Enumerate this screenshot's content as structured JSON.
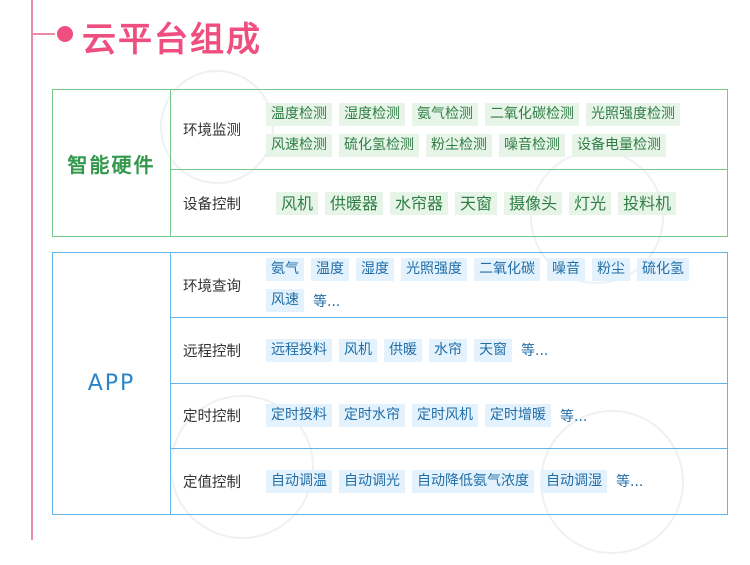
{
  "title": "云平台组成",
  "hardware": {
    "category": "智能硬件",
    "rows": [
      {
        "label": "环境监测",
        "items": [
          "温度检测",
          "湿度检测",
          "氨气检测",
          "二氧化碳检测",
          "光照强度检测",
          "风速检测",
          "硫化氢检测",
          "粉尘检测",
          "噪音检测",
          "设备电量检测"
        ]
      },
      {
        "label": "设备控制",
        "items": [
          "风机",
          "供暖器",
          "水帘器",
          "天窗",
          "摄像头",
          "灯光",
          "投料机"
        ]
      }
    ]
  },
  "app": {
    "category": "APP",
    "rows": [
      {
        "label": "环境查询",
        "items": [
          "氨气",
          "温度",
          "湿度",
          "光照强度",
          "二氧化碳",
          "噪音",
          "粉尘",
          "硫化氢",
          "风速"
        ],
        "more": "等..."
      },
      {
        "label": "远程控制",
        "items": [
          "远程投料",
          "风机",
          "供暖",
          "水帘",
          "天窗"
        ],
        "more": "等..."
      },
      {
        "label": "定时控制",
        "items": [
          "定时投料",
          "定时水帘",
          "定时风机",
          "定时增暖"
        ],
        "more": "等..."
      },
      {
        "label": "定值控制",
        "items": [
          "自动调温",
          "自动调光",
          "自动降低氨气浓度",
          "自动调湿"
        ],
        "more": "等..."
      }
    ]
  }
}
